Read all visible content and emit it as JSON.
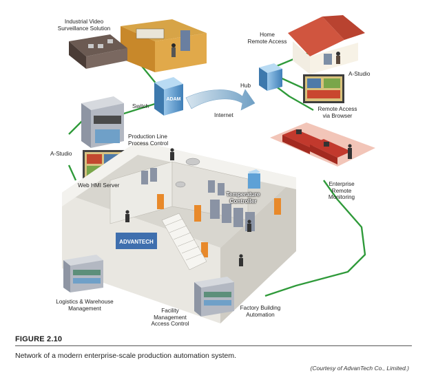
{
  "labels": {
    "video": [
      "Industrial Video",
      "Surveillance Solution"
    ],
    "home": [
      "Home",
      "Remote Access"
    ],
    "astudio_right": "A-Studio",
    "hub": "Hub",
    "switch": "Switch",
    "internet": "Internet",
    "remote_access": [
      "Remote Access",
      "via Browser"
    ],
    "production": [
      "Production Line",
      "Process Control"
    ],
    "astudio_left": "A-Studio",
    "web_hmi": "Web HMI Server",
    "temperature": [
      "Temperature",
      "Controller"
    ],
    "enterprise": [
      "Enterprise",
      "Remote",
      "Monitoring"
    ],
    "logistics": [
      "Logistics & Warehouse",
      "Management"
    ],
    "facility": [
      "Facility",
      "Management",
      "Access Control"
    ],
    "factory": [
      "Factory Building",
      "Automation"
    ],
    "device_brand": "ADAM",
    "building_brand": "ADVANTECH"
  },
  "figure": {
    "number": "FIGURE 2.10",
    "caption": "Network of a modern enterprise-scale production automation system.",
    "credit": "(Courtesy of AdvanTech Co., Limited.)"
  },
  "colors": {
    "network_line": "#2f9a3a",
    "floor": "#d8d6cf",
    "wall": "#e9e7e1",
    "orange": "#e8892a",
    "house_roof": "#d0553f",
    "device_blue": "#5ea1d6",
    "rack_grey": "#8e95a3"
  }
}
